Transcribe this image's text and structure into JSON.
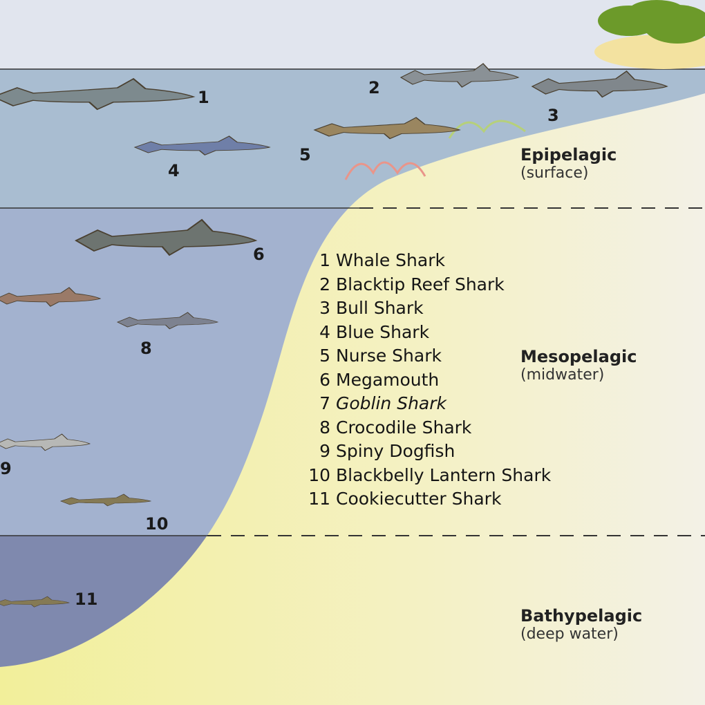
{
  "colors": {
    "sky": "#e1e5ee",
    "epipelagic_water": "#a9bdd1",
    "mesopelagic_water": "#a3b2cf",
    "bathypelagic_water": "#7f89ae",
    "seabed_sand": "#f2ef9e",
    "island_sand": "#f3e2a0",
    "palm": "#6c9a2a"
  },
  "zones": [
    {
      "title": "Epipelagic",
      "subtitle": "(surface)"
    },
    {
      "title": "Mesopelagic",
      "subtitle": "(midwater)"
    },
    {
      "title": "Bathypelagic",
      "subtitle": "(deep water)"
    }
  ],
  "legend": [
    {
      "number": "1",
      "name": "Whale Shark"
    },
    {
      "number": "2",
      "name": "Blacktip Reef Shark"
    },
    {
      "number": "3",
      "name": "Bull Shark"
    },
    {
      "number": "4",
      "name": "Blue Shark"
    },
    {
      "number": "5",
      "name": "Nurse Shark"
    },
    {
      "number": "6",
      "name": "Megamouth"
    },
    {
      "number": "7",
      "name": "Goblin Shark"
    },
    {
      "number": "8",
      "name": "Crocodile Shark"
    },
    {
      "number": "9",
      "name": "Spiny Dogfish"
    },
    {
      "number": "10",
      "name": "Blackbelly Lantern Shark"
    },
    {
      "number": "11",
      "name": "Cookiecutter Shark"
    }
  ],
  "shark_labels": [
    "1",
    "2",
    "3",
    "4",
    "5",
    "6",
    "8",
    "9",
    "10",
    "11"
  ]
}
